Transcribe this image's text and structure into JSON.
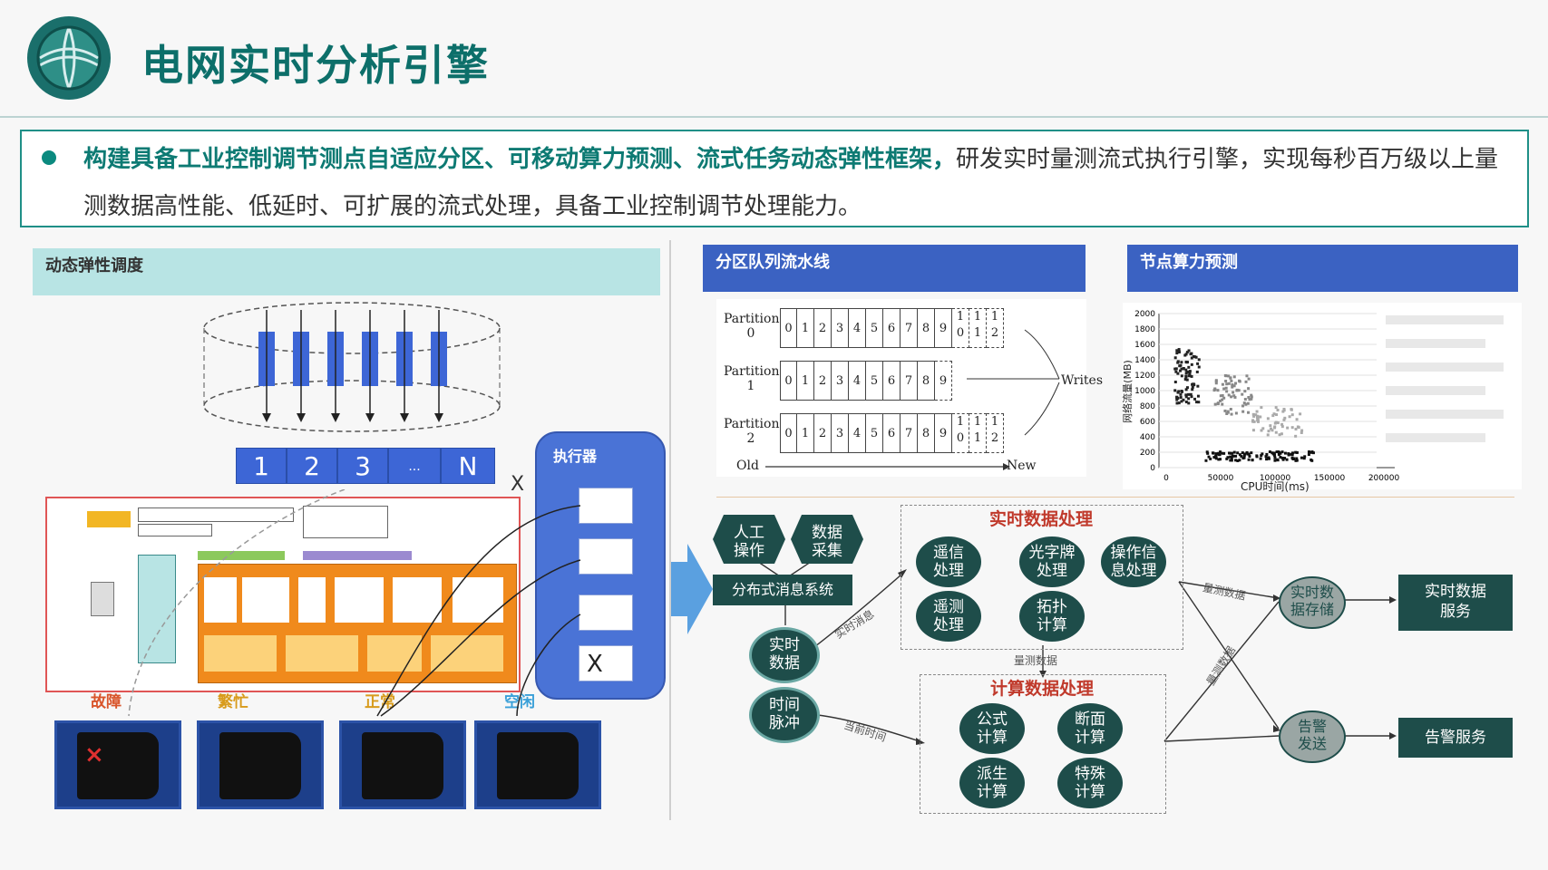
{
  "header": {
    "title": "电网实时分析引擎"
  },
  "summary": {
    "highlight": "构建具备工业控制调节测点自适应分区、可移动算力预测、流式任务动态弹性框架，",
    "rest": "研发实时量测流式执行引擎，实现每秒百万级以上量测数据高性能、低延时、可扩展的流式处理，具备工业控制调节处理能力。"
  },
  "panels": {
    "dynamic": "动态弹性调度",
    "partition": "分区队列流水线",
    "compute": "节点算力预测"
  },
  "dynamic_diagram": {
    "queue": [
      "1",
      "2",
      "3",
      "...",
      "N"
    ],
    "x_mark": "X",
    "executor_label": "执行器",
    "executor_x": "X",
    "states": [
      "故障",
      "繁忙",
      "正常",
      "空闲"
    ]
  },
  "partition_diagram": {
    "partitions": [
      {
        "label": "Partition",
        "id": "0",
        "cells": [
          "0",
          "1",
          "2",
          "3",
          "4",
          "5",
          "6",
          "7",
          "8",
          "9",
          "1\n0",
          "1\n1",
          "1\n2"
        ]
      },
      {
        "label": "Partition",
        "id": "1",
        "cells": [
          "0",
          "1",
          "2",
          "3",
          "4",
          "5",
          "6",
          "7",
          "8",
          "9"
        ]
      },
      {
        "label": "Partition",
        "id": "2",
        "cells": [
          "0",
          "1",
          "2",
          "3",
          "4",
          "5",
          "6",
          "7",
          "8",
          "9",
          "1\n0",
          "1\n1",
          "1\n2"
        ]
      }
    ],
    "writes": "Writes",
    "old": "Old",
    "new": "New"
  },
  "compute_chart": {
    "xlabel": "CPU时间(ms)",
    "ylabel": "网络流量(MB)",
    "xticks": [
      "0",
      "50000",
      "100000",
      "150000",
      "200000"
    ],
    "yticks": [
      "0",
      "200",
      "400",
      "600",
      "800",
      "1000",
      "1200",
      "1400",
      "1600",
      "1800",
      "2000"
    ]
  },
  "flow": {
    "manual_op": "人工\n操作",
    "data_collect": "数据\n采集",
    "msg_system": "分布式消息系统",
    "realtime_data": "实时\n数据",
    "time_pulse": "时间\n脉冲",
    "rt_group_title": "实时数据处理",
    "remote_signal": "遥信\n处理",
    "light_panel": "光字牌\n处理",
    "op_info": "操作信\n息处理",
    "remote_measure": "遥测\n处理",
    "topology": "拓扑\n计算",
    "calc_group_title": "计算数据处理",
    "formula": "公式\n计算",
    "section": "断面\n计算",
    "derived": "派生\n计算",
    "special": "特殊\n计算",
    "rt_storage": "实时数\n据存储",
    "alarm_send": "告警\n发送",
    "rt_service": "实时数据\n服务",
    "alarm_service": "告警服务",
    "edge_rt_msg": "实时消息",
    "edge_measure1": "量测数据",
    "edge_measure2": "量测数据",
    "edge_measure3": "量测数据",
    "edge_time": "当前时间"
  }
}
